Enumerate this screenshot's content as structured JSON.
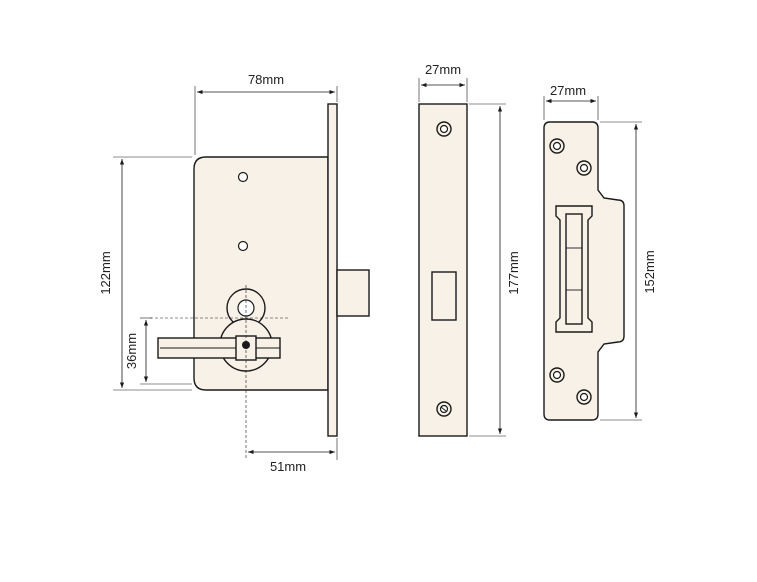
{
  "dimensions": {
    "body_width": "78mm",
    "body_height": "122mm",
    "lever_height": "36mm",
    "backset": "51mm",
    "faceplate_width": "27mm",
    "faceplate_height": "177mm",
    "strike_width": "27mm",
    "strike_height": "152mm"
  }
}
